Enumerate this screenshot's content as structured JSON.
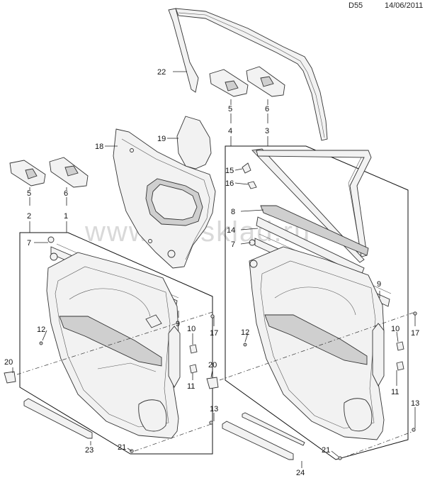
{
  "header": {
    "code": "D55",
    "date": "14/06/2011"
  },
  "watermark": "www.gmsklad.ru",
  "callouts": {
    "c1": "1",
    "c2": "2",
    "c3": "3",
    "c4": "4",
    "c5a": "5",
    "c5b": "5",
    "c6a": "6",
    "c6b": "6",
    "c7a": "7",
    "c7b": "7",
    "c8": "8",
    "c9a": "9",
    "c9b": "9",
    "c10a": "10",
    "c10b": "10",
    "c11a": "11",
    "c11b": "11",
    "c12a": "12",
    "c12b": "12",
    "c13a": "13",
    "c13b": "13",
    "c14": "14",
    "c15": "15",
    "c16": "16",
    "c17a": "17",
    "c17b": "17",
    "c18": "18",
    "c19": "19",
    "c20a": "20",
    "c20b": "20",
    "c21a": "21",
    "c21b": "21",
    "c22": "22",
    "c23": "23",
    "c24": "24"
  }
}
